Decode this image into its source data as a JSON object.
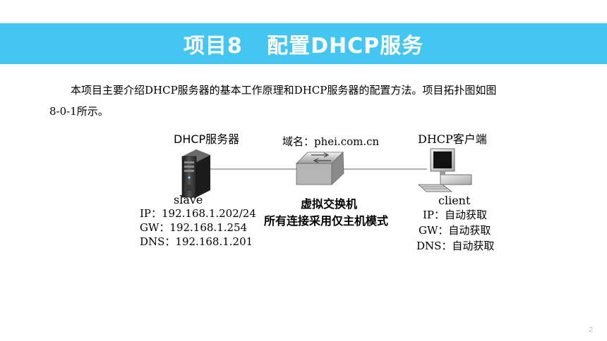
{
  "header": {
    "title": "项目8   配置DHCP服务"
  },
  "intro": {
    "line1": "本项目主要介绍DHCP服务器的基本工作原理和DHCP服务器的配置方法。项目拓扑图如图",
    "line2": "8-0-1所示。"
  },
  "diagram": {
    "server": {
      "title": "DHCP服务器",
      "hostname": "slave",
      "ip": "IP：192.168.1.202/24",
      "gw": "GW：192.168.1.254",
      "dns": "DNS：192.168.1.201",
      "icon": "server-tower-icon"
    },
    "switch": {
      "domain": "域名：phei.com.cn",
      "name": "虚拟交换机",
      "mode": "所有连接采用仅主机模式",
      "icon": "network-switch-icon"
    },
    "client": {
      "title": "DHCP客户端",
      "hostname": "client",
      "ip": "IP：自动获取",
      "gw": "GW：自动获取",
      "dns": "DNS：自动获取",
      "icon": "desktop-computer-icon"
    }
  },
  "footer": {
    "page_number": "2"
  },
  "colors": {
    "title_bar": "#44c6f2",
    "title_text": "#ffffff"
  }
}
